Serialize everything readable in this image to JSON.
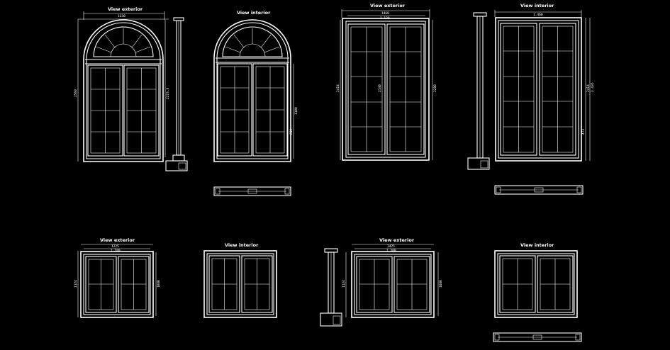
{
  "colors": {
    "background": "#000000",
    "lines": "#ffffff"
  },
  "views": [
    {
      "id": "v1",
      "title": "View exterior",
      "dim_top_outer": "1230",
      "dim_top_inner": "",
      "dim_left": "2560",
      "dim_right": "2273.3"
    },
    {
      "id": "v2",
      "title": "View interior",
      "dim_right": "1100",
      "dim_right_small": "650",
      "plan_dim": ""
    },
    {
      "id": "v3",
      "title": "View exterior",
      "dim_top_outer": "1460",
      "dim_top_inner": "1.120",
      "dim_left": "2414",
      "dim_mid": "2140",
      "dim_right": "2280"
    },
    {
      "id": "v4",
      "title": "View interior",
      "dim_top_outer": "1.460",
      "dim_right": "2414",
      "dim_right_b": "2.435",
      "dim_right_small": "473"
    },
    {
      "id": "v5",
      "title": "View exterior",
      "dim_top_outer": "1225",
      "dim_top_inner": "1.180",
      "dim_left": "1124",
      "dim_right": "1080"
    },
    {
      "id": "v6",
      "title": "View interior"
    },
    {
      "id": "v7",
      "title": "View exterior",
      "dim_top_outer": "1425",
      "dim_top_inner": "1.380",
      "dim_left": "1124",
      "dim_right": "1080"
    },
    {
      "id": "v8",
      "title": "View interior"
    }
  ]
}
